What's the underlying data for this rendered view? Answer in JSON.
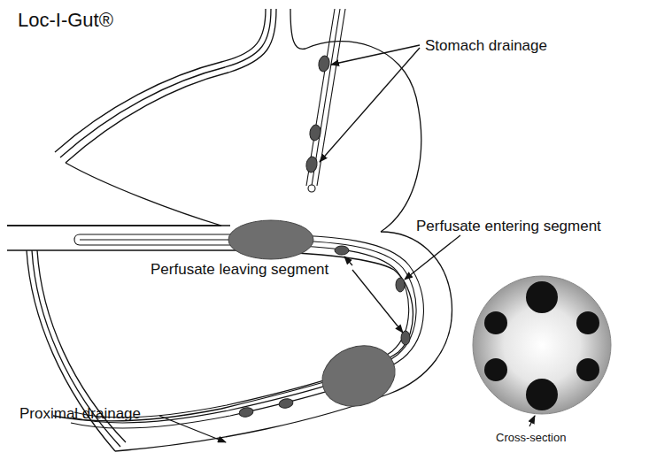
{
  "diagram": {
    "title": "Loc-I-Gut®",
    "labels": [
      "Stomach drainage",
      "Perfusate entering segment",
      "Perfusate leaving segment",
      "Proximal drainage",
      "Cross-section"
    ]
  }
}
